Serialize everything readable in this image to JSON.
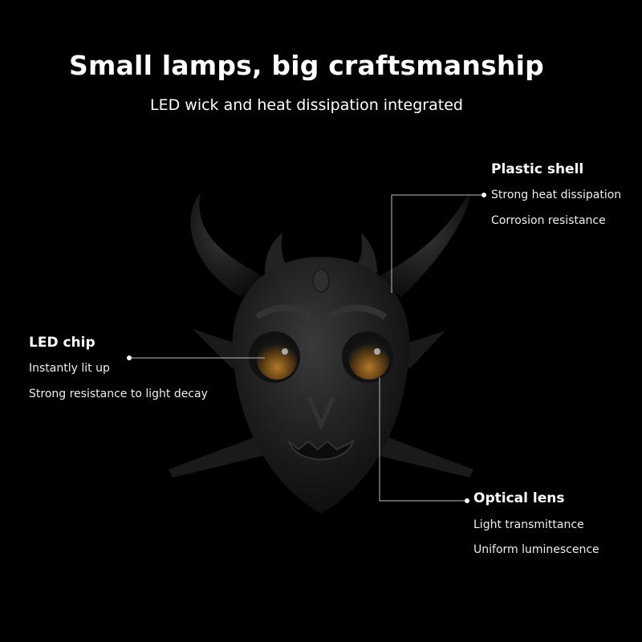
{
  "header": {
    "title": "Small lamps, big craftsmanship",
    "subtitle": "LED wick and heat dissipation integrated"
  },
  "callouts": {
    "plastic_shell": {
      "heading": "Plastic shell",
      "items": [
        "Strong heat dissipation",
        "Corrosion resistance"
      ]
    },
    "led_chip": {
      "heading": "LED chip",
      "items": [
        "Instantly lit up",
        "Strong resistance to light decay"
      ]
    },
    "optical_lens": {
      "heading": "Optical lens",
      "items": [
        "Light transmittance",
        "Uniform luminescence"
      ]
    }
  },
  "colors": {
    "background": "#000000",
    "text": "#ffffff",
    "lamp": "#1c1c1c",
    "lens": "#8a5a1c"
  }
}
